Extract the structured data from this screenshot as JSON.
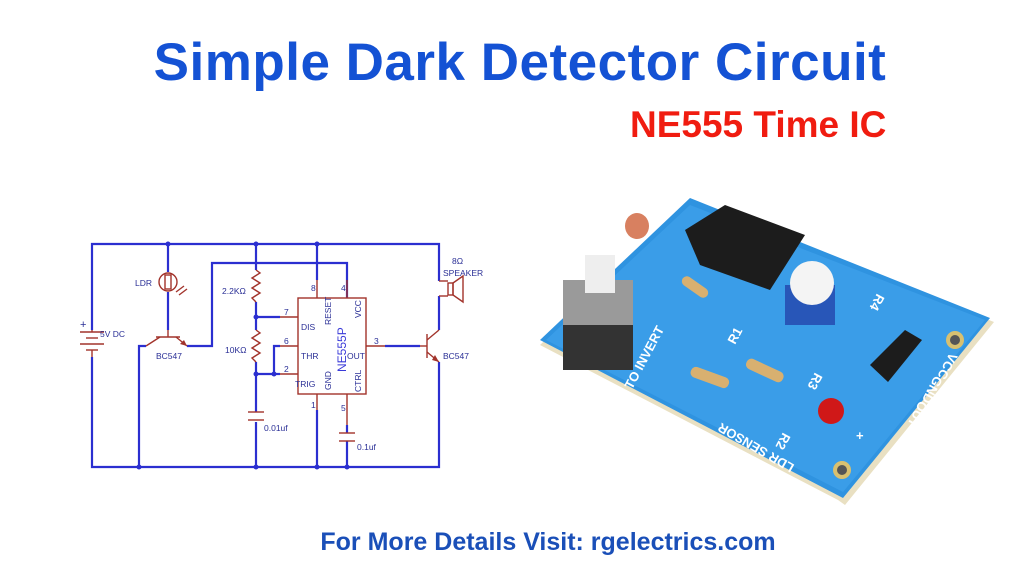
{
  "header": {
    "title": "Simple Dark Detector Circuit",
    "subtitle": "NE555 Time IC"
  },
  "schematic": {
    "battery_label": "5V DC",
    "battery_polarity": "+",
    "ldr_label": "LDR",
    "transistor_left": "BC547",
    "transistor_right": "BC547",
    "resistor_1": "2.2KΩ",
    "resistor_2": "10KΩ",
    "capacitor_1": "0.01uf",
    "capacitor_2": "0.1uf",
    "speaker_value": "8Ω",
    "speaker_label": "SPEAKER",
    "ic_name": "NE555P",
    "pins": {
      "dis": "DIS",
      "thr": "THR",
      "trig": "TRIG",
      "reset": "RESET",
      "vcc": "VCC",
      "out": "OUT",
      "gnd": "GND",
      "ctrl": "CTRL",
      "p1": "1",
      "p2": "2",
      "p3": "3",
      "p4": "4",
      "p5": "5",
      "p6": "6",
      "p7": "7",
      "p8": "8"
    },
    "wire_color": "#2b2fd0",
    "component_color": "#a2332b"
  },
  "pcb_photo": {
    "silkscreen": [
      "TO INVERT",
      "R1",
      "R2",
      "R3",
      "R4",
      "LDR SENSOR",
      "OUT",
      "GND",
      "VCC",
      "+"
    ],
    "board_color": "#2f93e0"
  },
  "footer": {
    "text": "For More Details Visit: rgelectrics.com"
  },
  "colors": {
    "title": "#1452d4",
    "subtitle": "#f01c10",
    "footer": "#1a4fb8"
  }
}
